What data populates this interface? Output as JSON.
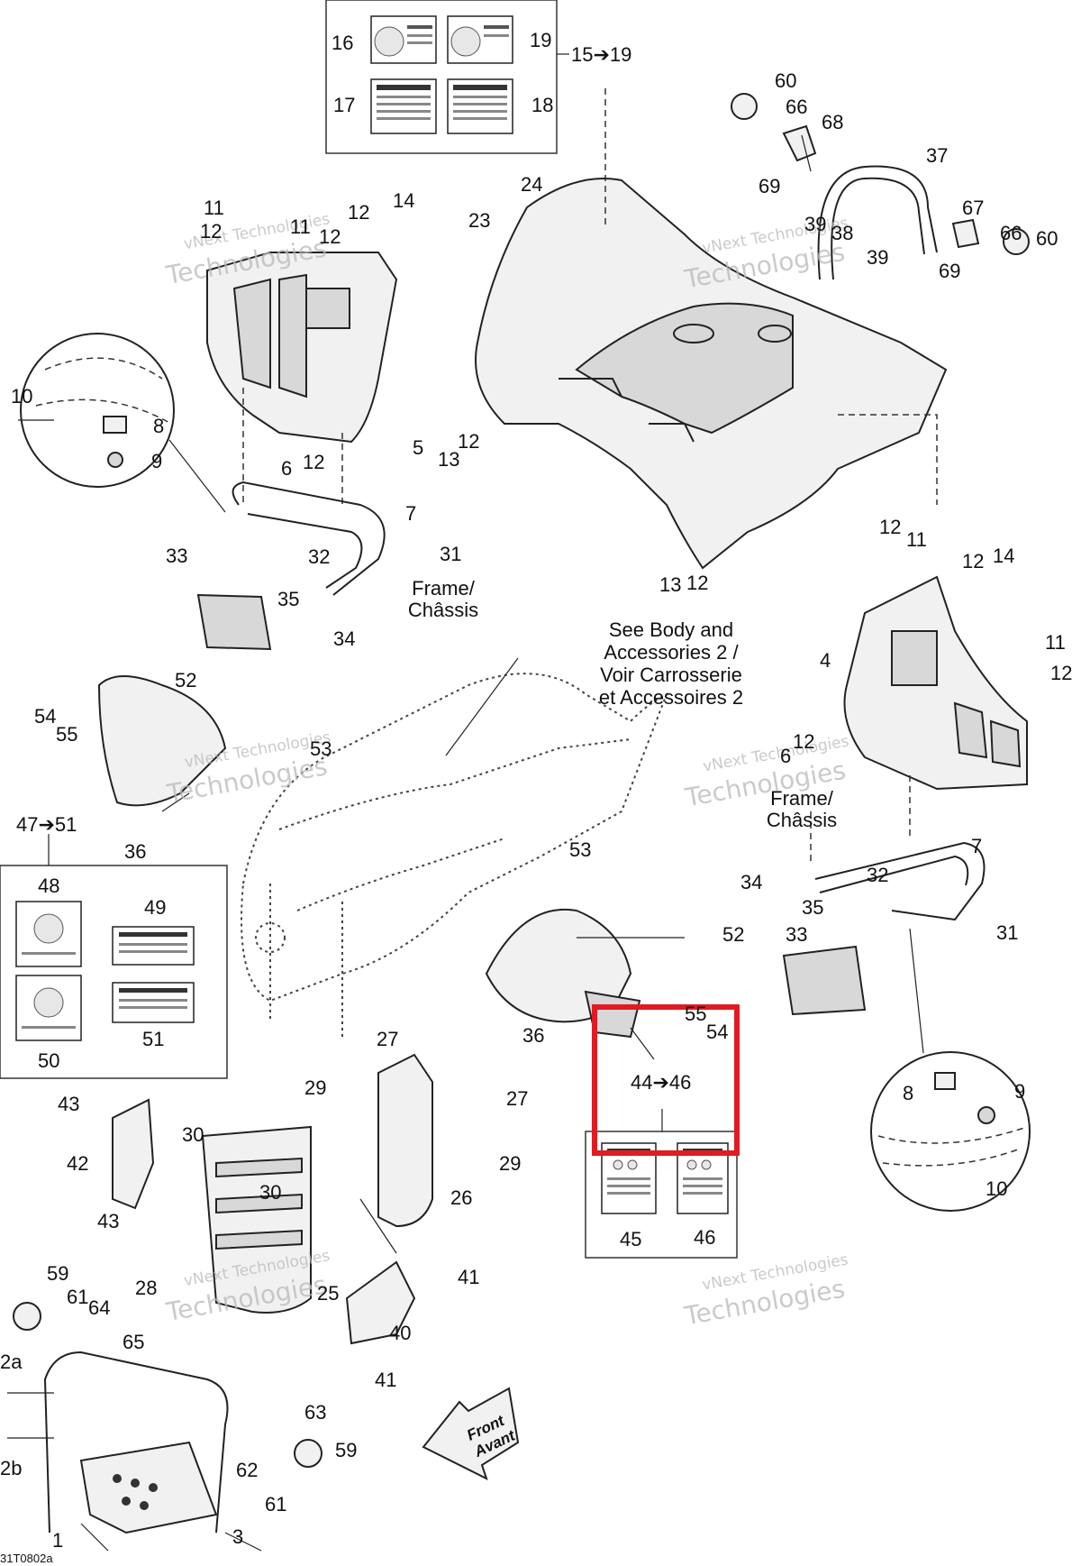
{
  "diagram_code": "31T0802a",
  "notes": {
    "see_body": [
      "See Body and",
      "Accessories 2 /",
      "Voir Carrosserie",
      "et Accessoires 2"
    ],
    "frame": [
      "Frame/",
      "Châssis"
    ],
    "front": [
      "Front",
      "Avant"
    ]
  },
  "watermark": {
    "line1": "vNext Technologies",
    "line2": "Technologies"
  },
  "group_labels": {
    "g15_19": "15➔19",
    "g47_51": "47➔51",
    "g44_46": "44➔46"
  },
  "callouts": {
    "c1": "1",
    "c2a": "2a",
    "c2b": "2b",
    "c3": "3",
    "c4": "4",
    "c5": "5",
    "c6a": "6",
    "c6b": "6",
    "c7a": "7",
    "c7b": "7",
    "c8a": "8",
    "c8b": "8",
    "c9a": "9",
    "c9b": "9",
    "c10a": "10",
    "c10b": "10",
    "c11a": "11",
    "c11b": "11",
    "c11c": "11",
    "c11d": "11",
    "c12a": "12",
    "c12b": "12",
    "c12c": "12",
    "c12d": "12",
    "c12e": "12",
    "c12f": "12",
    "c12g": "12",
    "c12h": "12",
    "c12i": "12",
    "c12j": "12",
    "c13a": "13",
    "c13b": "13",
    "c14a": "14",
    "c14b": "14",
    "c16": "16",
    "c17": "17",
    "c18": "18",
    "c19": "19",
    "c23": "23",
    "c24": "24",
    "c25": "25",
    "c26": "26",
    "c27a": "27",
    "c27b": "27",
    "c28": "28",
    "c29a": "29",
    "c29b": "29",
    "c30a": "30",
    "c30b": "30",
    "c31a": "31",
    "c31b": "31",
    "c32a": "32",
    "c32b": "32",
    "c33a": "33",
    "c33b": "33",
    "c34a": "34",
    "c34b": "34",
    "c35a": "35",
    "c35b": "35",
    "c36a": "36",
    "c36b": "36",
    "c37": "37",
    "c38": "38",
    "c39a": "39",
    "c39b": "39",
    "c40": "40",
    "c41a": "41",
    "c41b": "41",
    "c42": "42",
    "c43a": "43",
    "c43b": "43",
    "c45": "45",
    "c46": "46",
    "c48": "48",
    "c49": "49",
    "c50": "50",
    "c51": "51",
    "c52a": "52",
    "c52b": "52",
    "c53a": "53",
    "c53b": "53",
    "c54a": "54",
    "c54b": "54",
    "c55a": "55",
    "c55b": "55",
    "c59a": "59",
    "c59b": "59",
    "c60a": "60",
    "c60b": "60",
    "c61a": "61",
    "c61b": "61",
    "c62": "62",
    "c63": "63",
    "c64": "64",
    "c65": "65",
    "c66a": "66",
    "c66b": "66",
    "c67": "67",
    "c68": "68",
    "c69a": "69",
    "c69b": "69"
  },
  "colors": {
    "highlight": "#e11b22",
    "line": "#222222",
    "watermark": "#b9b9b9"
  }
}
